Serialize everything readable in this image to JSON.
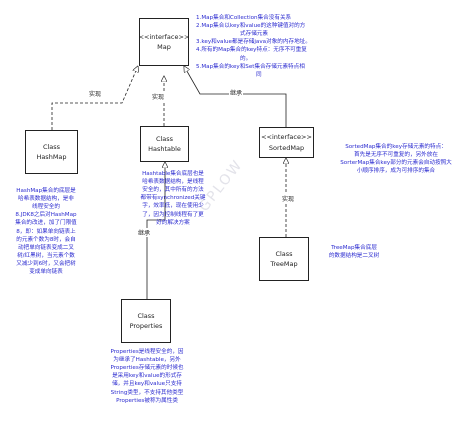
{
  "nodes": {
    "map": {
      "stereotype": "<<interface>>",
      "name": "Map"
    },
    "hashmap": {
      "kind": "Class",
      "name": "HashMap"
    },
    "hashtable": {
      "kind": "Class",
      "name": "Hashtable"
    },
    "sortedmap": {
      "stereotype": "<<interface>>",
      "name": "SortedMap"
    },
    "treemap": {
      "kind": "Class",
      "name": "TreeMap"
    },
    "properties": {
      "kind": "Class",
      "name": "Properties"
    }
  },
  "edges": {
    "hashmap_map": "实现",
    "hashtable_map": "实现",
    "sortedmap_map": "继承",
    "treemap_sortedmap": "实现",
    "properties_hashtable": "继承"
  },
  "notes": {
    "map": [
      "1.Map集合和Collection集合没有关系",
      "2.Map集合以key和value的这种键值对的方",
      "式存储元素",
      "3.key和value都是存储java对象的内存地址。",
      "4.所有的Map集合的key特点：无序不可重复",
      "的。",
      "5.Map集合的key和Set集合存储元素特点相",
      "同"
    ],
    "hashmap": [
      "HashMap集合的底层是",
      "哈希表数据结构，是非",
      "线程安全的",
      "8.JDK8之后对HashMap",
      "集合的改进，加了门限值",
      "8，即：如果单向链表上",
      "的元素个数为8时，会自",
      "动把单向链表变成二叉",
      "树/红黑树，当元素个数",
      "又减少到6时，又会把树",
      "变成单向链表"
    ],
    "hashtable": [
      "Hashtable集合底层也是",
      "哈希表数据结构，是线程",
      "安全的，其中所有的方法",
      "都带有synchronized关键",
      "字，效率低，现在使用少",
      "了，因为控制线程有了更",
      "好的解决方案"
    ],
    "sortedmap": [
      "SortedMap集合的key存储元素的特点：",
      "首先是无序不可重复的，另外放在",
      "SorterMap集合key部分的元素会自动按照大",
      "小顺序排序，成为可排序的集合"
    ],
    "treemap": [
      "TreeMap集合底层",
      "的数据结构是二叉树"
    ],
    "properties": [
      "Properties是线程安全的，因",
      "为继承了Hashtable，另外",
      "Properties存储元素的时候也",
      "是采用key和value的形式存",
      "储，并且key和value只支持",
      "String类型，不支持其他类型",
      "Properties被称为属性类"
    ]
  }
}
